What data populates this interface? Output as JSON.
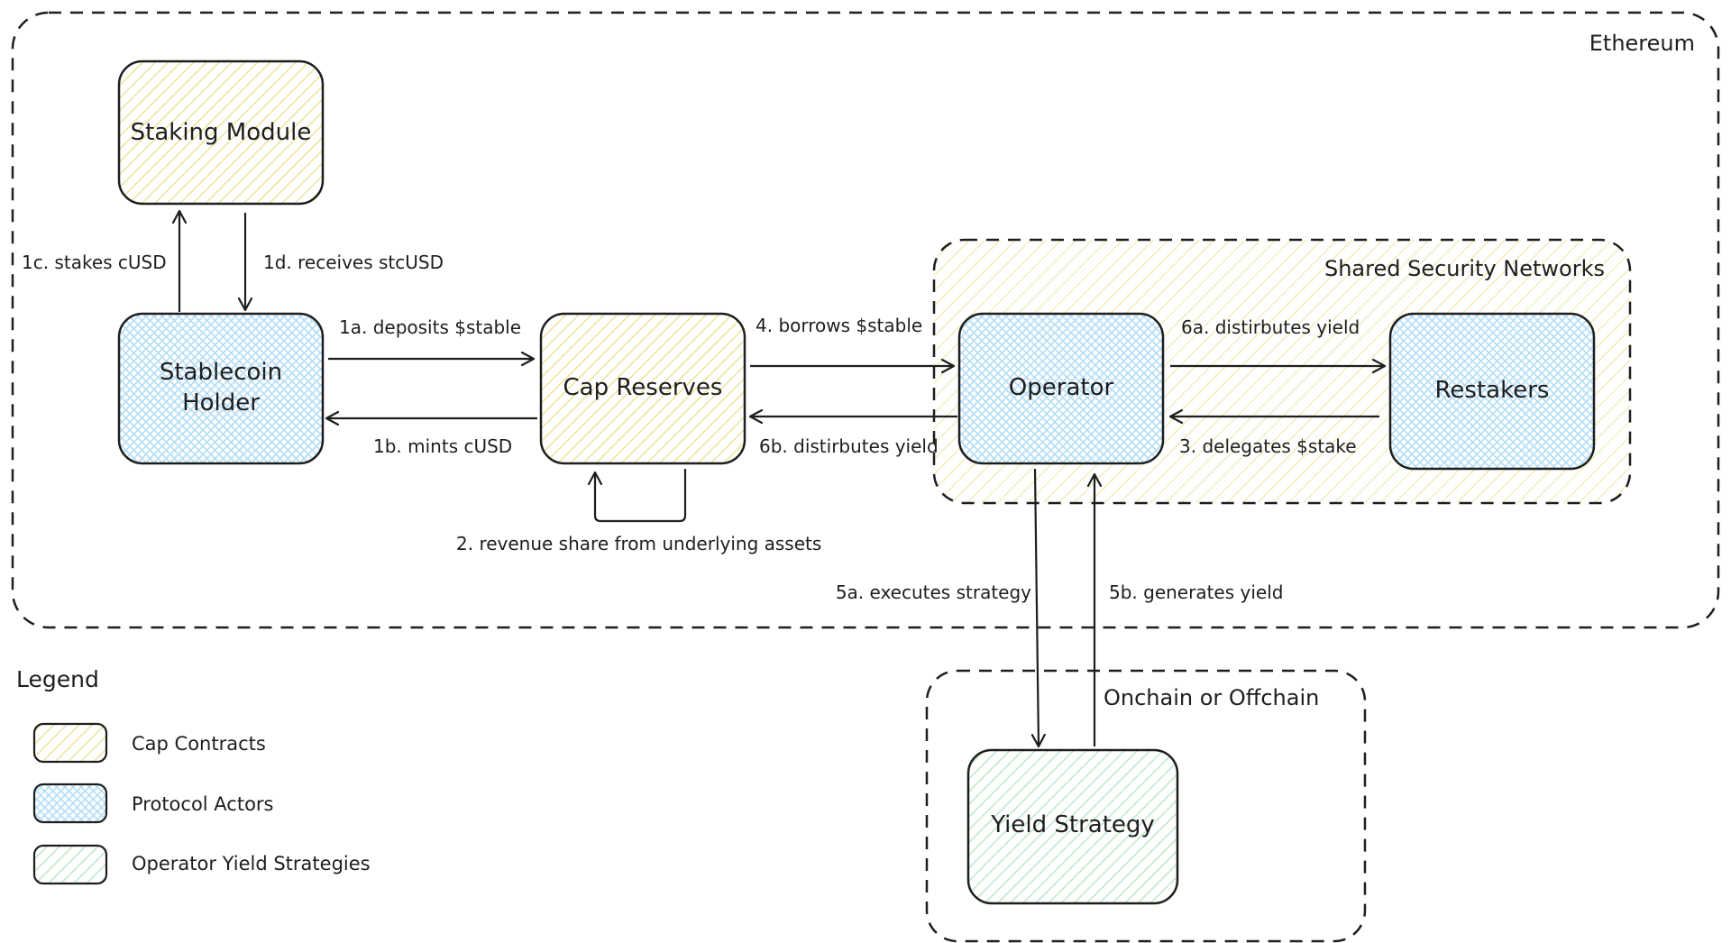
{
  "regions": {
    "ethereum": "Ethereum",
    "shared_security": "Shared Security Networks",
    "onchain_offchain": "Onchain or Offchain"
  },
  "nodes": {
    "staking_module": "Staking Module",
    "stablecoin_holder": [
      "Stablecoin",
      "Holder"
    ],
    "cap_reserves": "Cap Reserves",
    "operator": "Operator",
    "restakers": "Restakers",
    "yield_strategy": "Yield Strategy"
  },
  "edges": {
    "e1a": "1a. deposits $stable",
    "e1b": "1b. mints cUSD",
    "e1c": "1c. stakes cUSD",
    "e1d": "1d. receives stcUSD",
    "e2": "2. revenue share from underlying assets",
    "e3": "3. delegates $stake",
    "e4": "4. borrows $stable",
    "e5a": "5a. executes strategy",
    "e5b": "5b. generates yield",
    "e6a": "6a. distirbutes yield",
    "e6b": "6b. distirbutes yield"
  },
  "legend": {
    "title": "Legend",
    "items": [
      {
        "label": "Cap Contracts",
        "color": "#f0e9a6"
      },
      {
        "label": "Protocol Actors",
        "color": "#a5d8ff"
      },
      {
        "label": "Operator Yield Strategies",
        "color": "#b2f2bb"
      }
    ]
  },
  "colors": {
    "cap": "#f0e9a6",
    "actor": "#a5d8ff",
    "strategy": "#b2f2bb",
    "stroke": "#1e1e1e"
  }
}
